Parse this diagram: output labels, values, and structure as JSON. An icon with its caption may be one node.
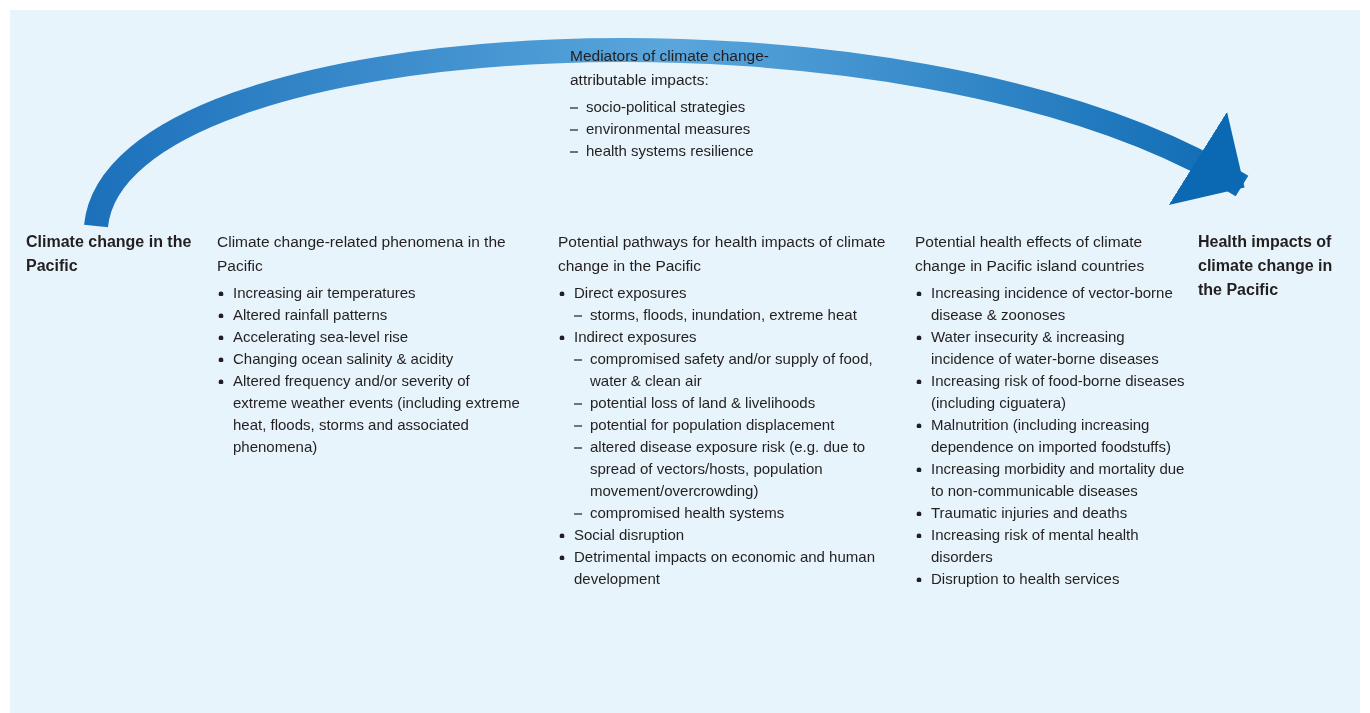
{
  "diagram": {
    "nodes": [
      {
        "text": [
          "Climate change in the Pacific"
        ]
      },
      {
        "text": [
          "Health impacts of climate change in the Pacific"
        ]
      }
    ],
    "edges": [
      {
        "from": 0,
        "to": 1,
        "arrow": "to",
        "style": "thick"
      }
    ],
    "labels": [
      "Mediators of climate change-attributable impacts:",
      "socio-political strategies",
      "environmental measures",
      "health systems resilience",
      "Climate change-related phenomena in the Pacific",
      "Increasing air temperatures",
      "Altered rainfall patterns",
      "Accelerating sea-level rise",
      "Changing ocean salinity & acidity",
      "Altered frequency and/or severity of extreme weather events (including extreme heat, floods, storms and associated phenomena)",
      "Potential pathways for health impacts of climate change in the Pacific",
      "Direct exposures",
      "storms, floods, inundation, extreme heat",
      "Indirect exposures",
      "compromised safety and/or supply of food, water & clean air",
      "potential loss of land & livelihoods",
      "potential for population displacement",
      "altered disease exposure risk (e.g. due to spread of vectors/hosts, population movement/overcrowding)",
      "compromised health systems",
      "Social disruption",
      "Detrimental impacts on economic and human development",
      "Potential health effects of climate change in Pacific island countries",
      "Increasing incidence of vector-borne disease & zoonoses",
      "Water insecurity & increasing incidence of water-borne diseases",
      "Increasing risk of food-borne diseases (including ciguatera)",
      "Malnutrition (including increasing dependence on imported foodstuffs)",
      "Increasing morbidity and mortality due to non-communicable diseases",
      "Traumatic injuries and deaths",
      "Increasing risk of mental health disorders",
      "Disruption to health services"
    ]
  }
}
